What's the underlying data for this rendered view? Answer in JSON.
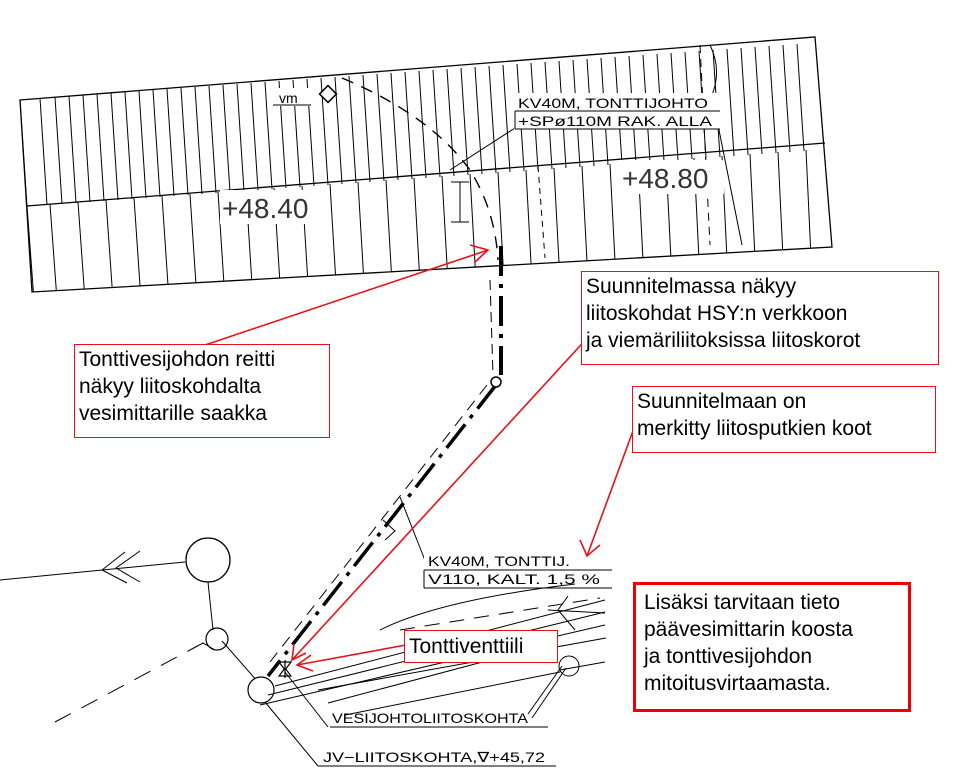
{
  "drawing": {
    "elevation_left": "+48.40",
    "elevation_right": "+48.80",
    "vm_label": "vm",
    "label_top_line1": "KV40M, TONTTIJOHTO",
    "label_top_line2": "+SPø110M RAK. ALLA",
    "label_mid_line1": "KV40M, TONTTIJ.",
    "label_mid_line2": "V110, KALT. 1,5 %",
    "label_water_connection": "VESIJOHTOLIITOSKOHTA",
    "label_sewer_connection": "JV−LIITOSKOHTA,∇+45,72"
  },
  "callouts": {
    "route": "Tonttivesijohdon reitti\nnäkyy liitoskohdalta\nvesimittarille saakka",
    "connections": "Suunnitelmassa näkyy\nliitoskohdat HSY:n verkkoon\nja viemäriliitoksissa liitoskorot",
    "pipe_sizes": "Suunnitelmaan on\nmerkitty liitosputkien koot",
    "valve": "Tonttiventtiili",
    "additional_info": "Lisäksi tarvitaan tieto\npäävesimittarin koosta\nja tonttivesijohdon\nmitoitusvirtaamasta."
  },
  "colors": {
    "annotation_red": "#e8101a",
    "line": "#000000"
  }
}
